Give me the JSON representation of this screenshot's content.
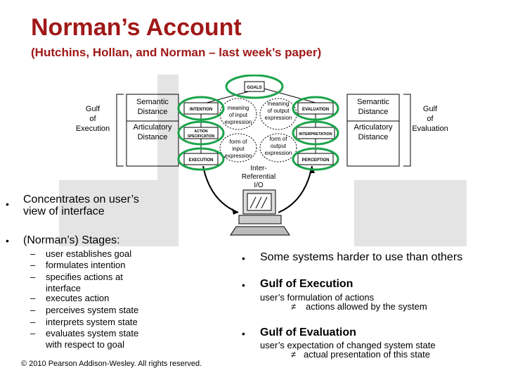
{
  "slide": {
    "title": "Norman’s Account",
    "subtitle": "(Hutchins, Hollan, and Norman – last week’s paper)"
  },
  "diagram": {
    "left_gulf": "Gulf of Execution",
    "left_semantic": "Semantic Distance",
    "left_articulatory": "Articulatory Distance",
    "right_semantic": "Semantic Distance",
    "right_articulatory": "Articulatory Distance",
    "right_gulf": "Gulf of Evaluation",
    "goals": "GOALS",
    "intention": "INTENTION",
    "evaluation": "EVALUATION",
    "action_spec": "ACTION SPECIFICATION",
    "interpretation": "INTERPRETATION",
    "execution": "EXECUTION",
    "perception": "PERCEPTION",
    "meaning_input": "meaning of input expression",
    "meaning_output": "meaning of output expression",
    "form_input": "form of input expression",
    "form_output": "form of output expression",
    "inter_referential": "Inter-Referential I/O"
  },
  "left_bullets": {
    "bullet1": "Concentrates on user’s view of interface",
    "bullet2": "(Norman’s) Stages:",
    "stages": [
      "user establishes goal",
      "formulates intention",
      "specifies actions at interface",
      "executes action",
      "perceives system state",
      "interprets system state",
      "evaluates system state with respect to goal"
    ]
  },
  "right_bullets": {
    "b1": "Some systems harder to use than others",
    "b2": "Gulf of Execution",
    "b2_detail_1": "user’s formulation of actions",
    "b2_detail_2": "actions allowed by the system",
    "b3": "Gulf of Evaluation",
    "b3_detail_1": "user’s expectation of changed system state",
    "b3_detail_2": "actual presentation of this state",
    "neq_symbol": "≠"
  },
  "footer": {
    "copyright": "© 2010 Pearson Addison-Wesley. All rights reserved."
  },
  "colors": {
    "title": "#a01818",
    "highlight_ellipse": "#1aa34a",
    "diagram_bg": "#e4e4e4"
  }
}
